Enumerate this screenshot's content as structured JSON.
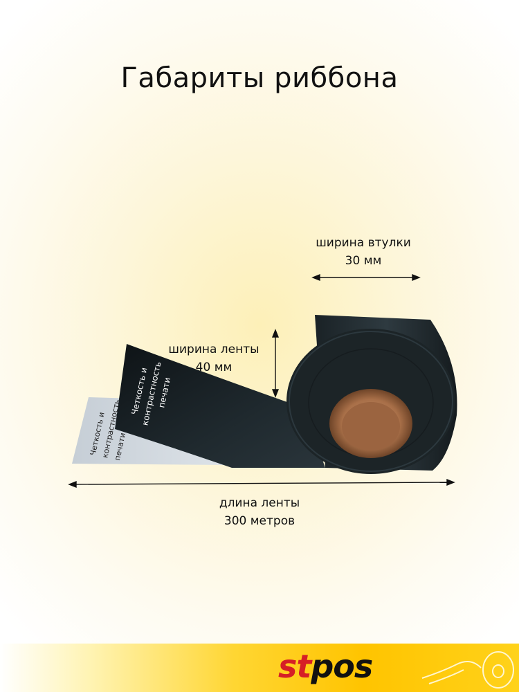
{
  "title": "Габариты риббона",
  "dimensions": {
    "core_width": {
      "label": "ширина втулки",
      "value": "30 мм"
    },
    "tape_width": {
      "label": "ширина ленты",
      "value": "40 мм"
    },
    "tape_length": {
      "label": "длина ленты",
      "value": "300 метров"
    }
  },
  "print_sample": {
    "lines": [
      "Четкость и",
      "контрастность",
      "печати"
    ]
  },
  "logo": {
    "part1": "st",
    "part2": "pos"
  },
  "colors": {
    "ribbon": "#141a1d",
    "core": "#b07a55",
    "logo_red": "#d61f26",
    "accent_yellow": "#ffc400"
  }
}
